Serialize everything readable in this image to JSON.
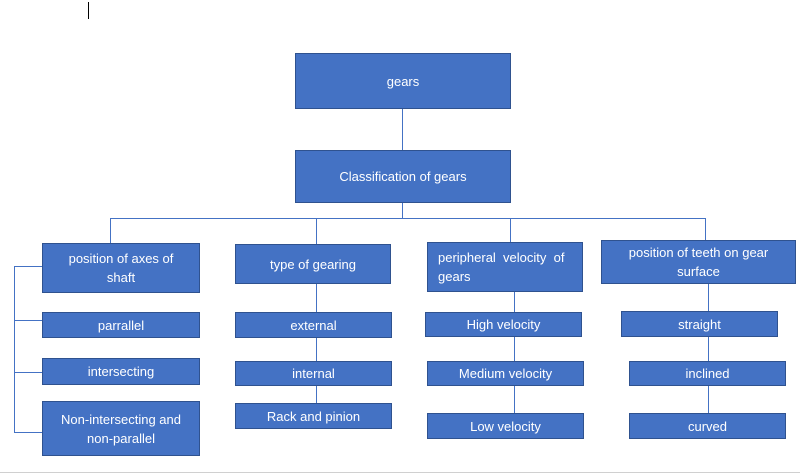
{
  "root": "gears",
  "classification": "Classification of gears",
  "categories": [
    {
      "title": "position of axes of shaft",
      "items": [
        "parrallel",
        "intersecting",
        "Non-intersecting and non-parallel"
      ]
    },
    {
      "title": "type of gearing",
      "items": [
        "external",
        "internal",
        "Rack and pinion"
      ]
    },
    {
      "title": "peripheral  velocity  of gears",
      "items": [
        "High velocity",
        "Medium velocity",
        "Low velocity"
      ]
    },
    {
      "title": "position of teeth on gear surface",
      "items": [
        "straight",
        "inclined",
        "curved"
      ]
    }
  ],
  "colors": {
    "box": "#4472c4",
    "box_border": "#2f528f",
    "connector": "#4472c4",
    "text": "#ffffff"
  }
}
